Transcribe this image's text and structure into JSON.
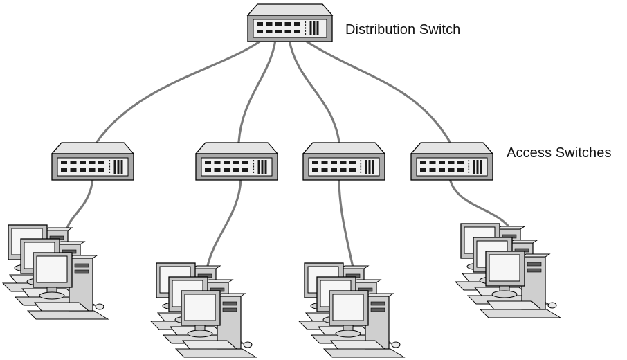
{
  "labels": {
    "distribution": "Distribution Switch",
    "access": "Access Switches"
  },
  "nodes": {
    "distribution_switch": "switch-icon",
    "access_switches": [
      "switch-icon",
      "switch-icon",
      "switch-icon",
      "switch-icon"
    ],
    "workstation_groups": [
      {
        "workstations": 3,
        "icon": "desktop-computer-icon"
      },
      {
        "workstations": 3,
        "icon": "desktop-computer-icon"
      },
      {
        "workstations": 3,
        "icon": "desktop-computer-icon"
      },
      {
        "workstations": 3,
        "icon": "desktop-computer-icon"
      }
    ]
  },
  "colors": {
    "cable": "#7a7a7a",
    "switch_front": "#a9a9a9",
    "switch_top": "#e4e4e4",
    "port": "#1a1a1a",
    "monitor_bezel": "#c4c4c4",
    "screen": "#f6f6f6",
    "case": "#cfcfcf"
  }
}
